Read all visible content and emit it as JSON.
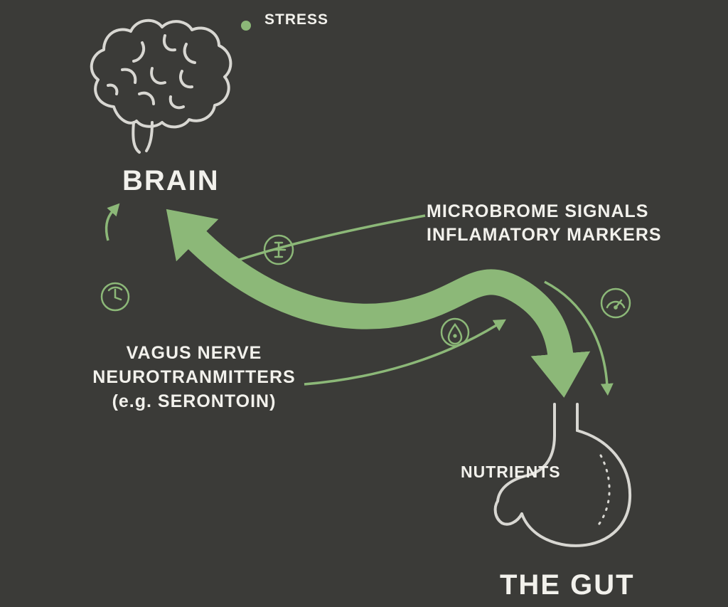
{
  "diagram": {
    "type": "cycle-infographic",
    "topic": "brain-gut axis",
    "colors": {
      "background": "#3b3b38",
      "accent_green": "#8cb878",
      "line_art": "#d8d7d2",
      "text": "#f2f1ec"
    },
    "legend": {
      "stress": "STRESS"
    },
    "nodes": {
      "brain_label": "BRAIN",
      "gut_label": "THE GUT"
    },
    "edges": {
      "gut_to_brain_line1": "MICROBROME SIGNALS",
      "gut_to_brain_line2": "INFLAMATORY MARKERS",
      "brain_to_gut_line1": "VAGUS NERVE",
      "brain_to_gut_line2": "NEUROTRANMITTERS",
      "brain_to_gut_line3": "(e.g. SERONTOIN)",
      "nutrients": "NUTRIENTS"
    },
    "icons": [
      "brain-icon",
      "stomach-icon",
      "stress-dot",
      "neuron-icon",
      "clock-icon",
      "droplet-icon",
      "gauge-icon"
    ]
  }
}
